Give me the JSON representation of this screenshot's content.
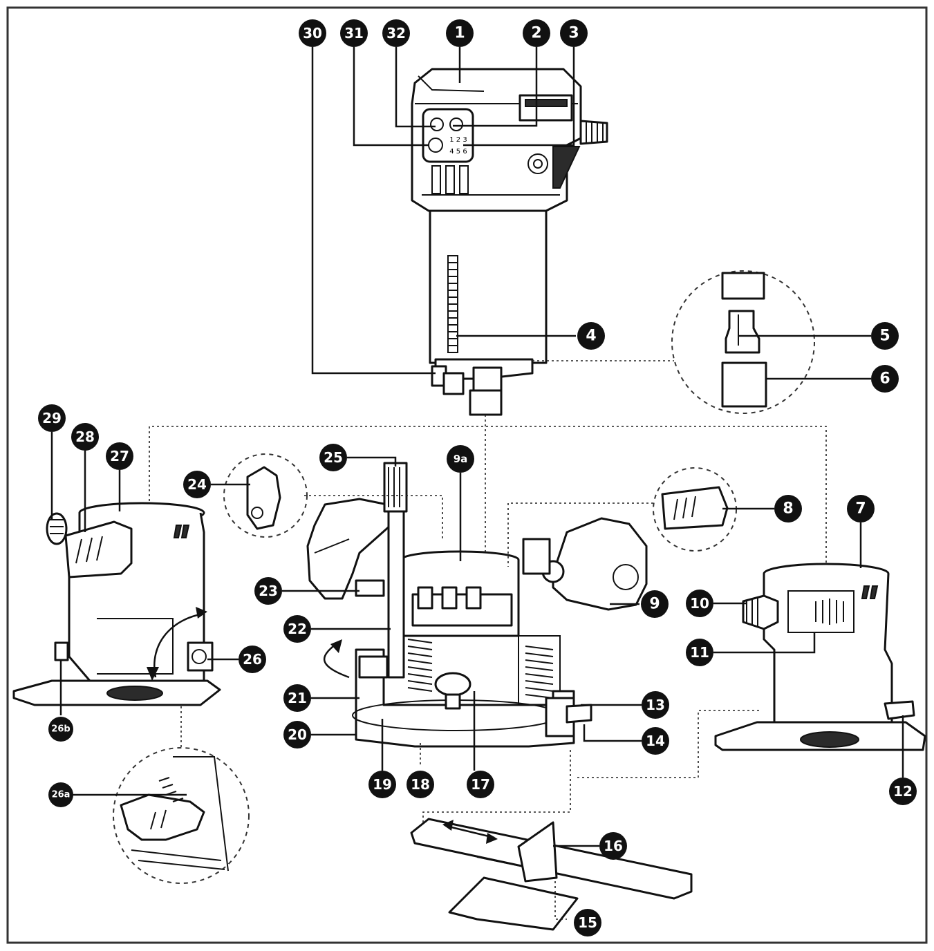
{
  "callouts": [
    {
      "id": "c30",
      "label": "30"
    },
    {
      "id": "c31",
      "label": "31"
    },
    {
      "id": "c32",
      "label": "32"
    },
    {
      "id": "c1",
      "label": "1"
    },
    {
      "id": "c2",
      "label": "2"
    },
    {
      "id": "c3",
      "label": "3"
    },
    {
      "id": "c4",
      "label": "4"
    },
    {
      "id": "c5",
      "label": "5"
    },
    {
      "id": "c6",
      "label": "6"
    },
    {
      "id": "c29",
      "label": "29"
    },
    {
      "id": "c28",
      "label": "28"
    },
    {
      "id": "c27",
      "label": "27"
    },
    {
      "id": "c24",
      "label": "24"
    },
    {
      "id": "c25",
      "label": "25"
    },
    {
      "id": "c9a",
      "label": "9a"
    },
    {
      "id": "c8",
      "label": "8"
    },
    {
      "id": "c7",
      "label": "7"
    },
    {
      "id": "c23",
      "label": "23"
    },
    {
      "id": "c22",
      "label": "22"
    },
    {
      "id": "c9",
      "label": "9"
    },
    {
      "id": "c10",
      "label": "10"
    },
    {
      "id": "c11",
      "label": "11"
    },
    {
      "id": "c26",
      "label": "26"
    },
    {
      "id": "c21",
      "label": "21"
    },
    {
      "id": "c13",
      "label": "13"
    },
    {
      "id": "c20",
      "label": "20"
    },
    {
      "id": "c14",
      "label": "14"
    },
    {
      "id": "c26b",
      "label": "26b"
    },
    {
      "id": "c19",
      "label": "19"
    },
    {
      "id": "c18",
      "label": "18"
    },
    {
      "id": "c17",
      "label": "17"
    },
    {
      "id": "c12",
      "label": "12"
    },
    {
      "id": "c26a",
      "label": "26a"
    },
    {
      "id": "c16",
      "label": "16"
    },
    {
      "id": "c15",
      "label": "15"
    }
  ],
  "scale_labels": {
    "speed_top": "1 2 3",
    "speed_bottom": "4 5 6"
  },
  "colors": {
    "ink": "#111111",
    "paper": "#ffffff",
    "frame": "#333333"
  }
}
